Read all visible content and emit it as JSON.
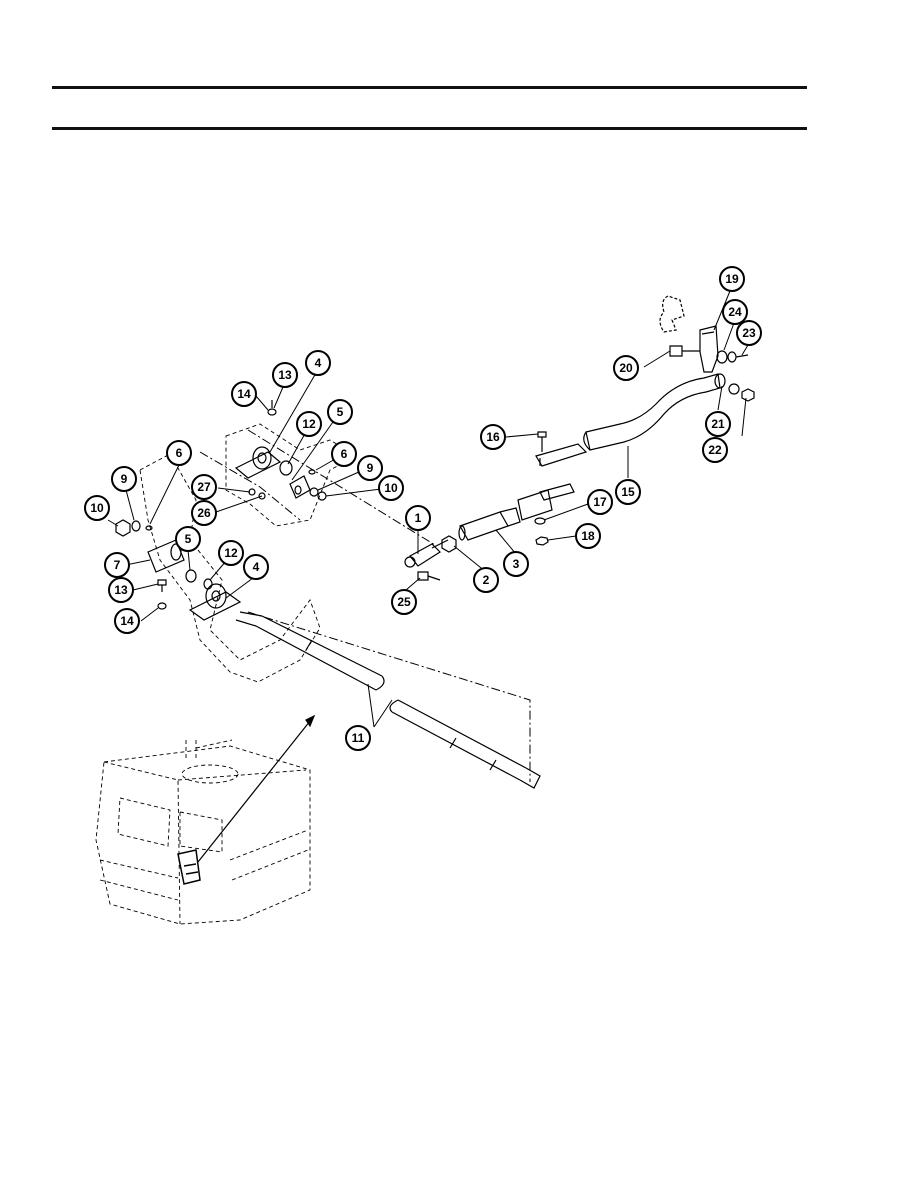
{
  "colors": {
    "ink": "#000000",
    "background": "#ffffff"
  },
  "callouts": [
    {
      "id": "c1",
      "label": "1"
    },
    {
      "id": "c2",
      "label": "2"
    },
    {
      "id": "c3",
      "label": "3"
    },
    {
      "id": "c4a",
      "label": "4"
    },
    {
      "id": "c4b",
      "label": "4"
    },
    {
      "id": "c5a",
      "label": "5"
    },
    {
      "id": "c5b",
      "label": "5"
    },
    {
      "id": "c6a",
      "label": "6"
    },
    {
      "id": "c6b",
      "label": "6"
    },
    {
      "id": "c7",
      "label": "7"
    },
    {
      "id": "c9a",
      "label": "9"
    },
    {
      "id": "c9b",
      "label": "9"
    },
    {
      "id": "c10a",
      "label": "10"
    },
    {
      "id": "c10b",
      "label": "10"
    },
    {
      "id": "c11",
      "label": "11"
    },
    {
      "id": "c12a",
      "label": "12"
    },
    {
      "id": "c12b",
      "label": "12"
    },
    {
      "id": "c13a",
      "label": "13"
    },
    {
      "id": "c13b",
      "label": "13"
    },
    {
      "id": "c14a",
      "label": "14"
    },
    {
      "id": "c14b",
      "label": "14"
    },
    {
      "id": "c15",
      "label": "15"
    },
    {
      "id": "c16",
      "label": "16"
    },
    {
      "id": "c17",
      "label": "17"
    },
    {
      "id": "c18",
      "label": "18"
    },
    {
      "id": "c19",
      "label": "19"
    },
    {
      "id": "c20",
      "label": "20"
    },
    {
      "id": "c21",
      "label": "21"
    },
    {
      "id": "c22",
      "label": "22"
    },
    {
      "id": "c23",
      "label": "23"
    },
    {
      "id": "c24",
      "label": "24"
    },
    {
      "id": "c25",
      "label": "25"
    },
    {
      "id": "c26",
      "label": "26"
    },
    {
      "id": "c27",
      "label": "27"
    }
  ]
}
